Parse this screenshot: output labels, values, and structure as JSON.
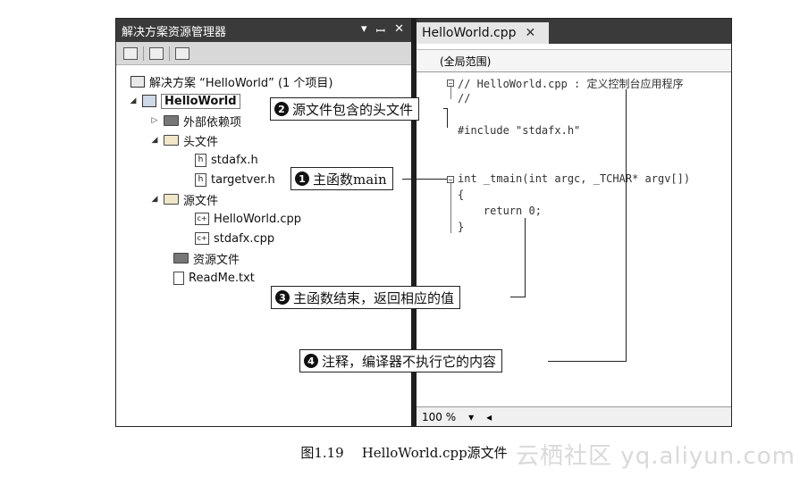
{
  "solution_explorer": {
    "title": "解决方案资源管理器",
    "title_controls": [
      "▾",
      "ꟷ",
      "✕"
    ],
    "tree": {
      "solution": "解决方案 “HelloWorld” (1 个项目)",
      "project": "HelloWorld",
      "external_deps": "外部依赖项",
      "header_folder": "头文件",
      "header_files": [
        "stdafx.h",
        "targetver.h"
      ],
      "source_folder": "源文件",
      "source_files": [
        "HelloWorld.cpp",
        "stdafx.cpp"
      ],
      "resource_folder": "资源文件",
      "readme": "ReadMe.txt"
    }
  },
  "editor": {
    "tab_label": "HelloWorld.cpp",
    "tab_close": "✕",
    "scope": "(全局范围)",
    "code_lines": [
      "// HelloWorld.cpp : 定义控制台应用程序",
      "//",
      "",
      "#include \"stdafx.h\"",
      "",
      "",
      "int _tmain(int argc, _TCHAR* argv[])",
      "{",
      "    return 0;",
      "}"
    ],
    "zoom": "100 %",
    "zoom_dropdown": "▾",
    "scroll_left": "◂"
  },
  "callouts": {
    "c1": {
      "num": "1",
      "text": "主函数main"
    },
    "c2": {
      "num": "2",
      "text": "源文件包含的头文件"
    },
    "c3": {
      "num": "3",
      "text": "主函数结束，返回相应的值"
    },
    "c4": {
      "num": "4",
      "text": "注释，编译器不执行它的内容"
    }
  },
  "caption": {
    "figure": "图1.19",
    "title": "HelloWorld.cpp源文件"
  },
  "watermark": "云栖社区 yq.aliyun.com"
}
